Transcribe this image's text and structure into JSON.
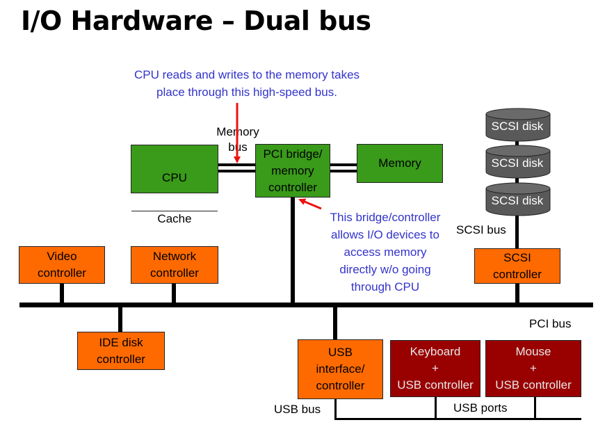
{
  "title": "I/O Hardware – Dual bus",
  "notes": {
    "cpu_note": "CPU reads and writes to the memory takes\nplace through this high-speed bus.",
    "bridge_note": "This bridge/controller\nallows I/O devices to\naccess memory\ndirectly w/o going\nthrough CPU"
  },
  "components": {
    "cpu": "CPU",
    "cache": "Cache",
    "pci_bridge": "PCI bridge/\nmemory\ncontroller",
    "memory": "Memory",
    "video_controller": "Video\ncontroller",
    "network_controller": "Network\ncontroller",
    "ide_controller": "IDE disk\ncontroller",
    "usb_controller": "USB\ninterface/\ncontroller",
    "keyboard": "Keyboard\n+\nUSB controller",
    "mouse": "Mouse\n+\nUSB controller",
    "scsi_controller": "SCSI\ncontroller",
    "scsi_disks": [
      "SCSI disk",
      "SCSI disk",
      "SCSI disk"
    ]
  },
  "bus_labels": {
    "memory_bus": "Memory\nbus",
    "scsi_bus": "SCSI bus",
    "pci_bus": "PCI bus",
    "usb_bus": "USB bus",
    "usb_ports": "USB ports"
  },
  "colors": {
    "green": "#3a9a1a",
    "orange": "#ff6a00",
    "maroon": "#990000",
    "disk": "#595959",
    "note_text": "#3333cc",
    "arrow": "#ee1111"
  }
}
